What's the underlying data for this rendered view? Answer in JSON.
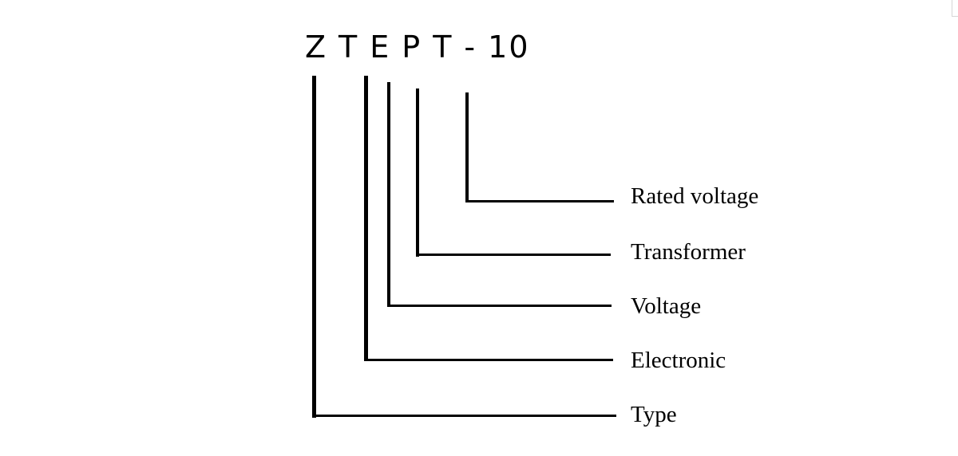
{
  "code": {
    "chars": [
      "Z",
      "T",
      "E",
      "P",
      "T",
      "-",
      "10"
    ]
  },
  "labels": {
    "rated_voltage": "Rated voltage",
    "transformer": "Transformer",
    "voltage": "Voltage",
    "electronic": "Electronic",
    "type": "Type"
  },
  "colors": {
    "line": "#000000",
    "text": "#000000",
    "background": "#ffffff"
  }
}
